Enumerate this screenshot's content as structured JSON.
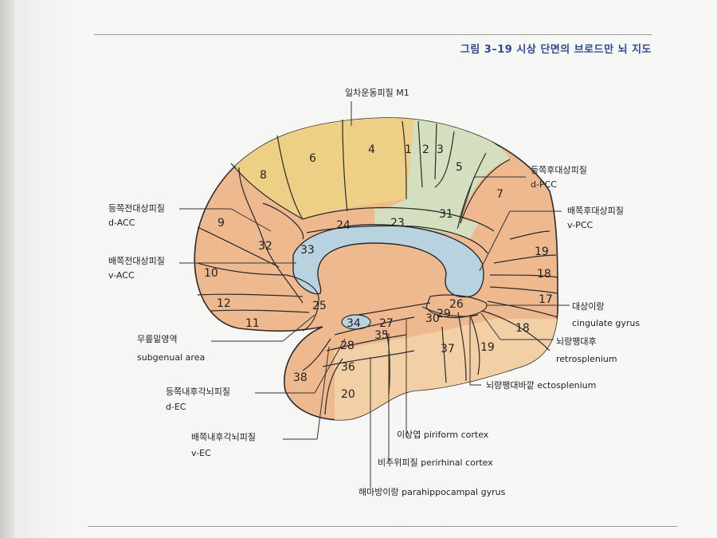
{
  "figure_title": "그림 3–19 시상 단면의 브로드만 뇌 지도",
  "colors": {
    "yellow": "#edcf86",
    "salmon": "#eeb98f",
    "green": "#d3dfbe",
    "blue": "#b9d2df",
    "lightsalmon": "#f3cfa6",
    "outline": "#2a2a2a"
  },
  "areas": [
    "1",
    "2",
    "3",
    "4",
    "5",
    "6",
    "7",
    "8",
    "9",
    "10",
    "11",
    "12",
    "17",
    "18",
    "18",
    "19",
    "19",
    "20",
    "23",
    "24",
    "25",
    "26",
    "27",
    "28",
    "29",
    "30",
    "31",
    "32",
    "33",
    "34",
    "35",
    "36",
    "37",
    "38"
  ],
  "labels": {
    "m1": "일차운동피질   M1",
    "dpcc_ko": "등쪽후대상피질",
    "dpcc_en": "d-PCC",
    "vpcc_ko": "배쪽후대상피질",
    "vpcc_en": "v-PCC",
    "dacc_ko": "등쪽전대상피질",
    "dacc_en": "d-ACC",
    "vacc_ko": "배쪽전대상피질",
    "vacc_en": "v-ACC",
    "subgenual_ko": "무릎밑영역",
    "subgenual_en": "subgenual area",
    "cingulate_ko": "대상이랑",
    "cingulate_en": "cingulate gyrus",
    "retro_ko": "뇌량팽대후",
    "retro_en": "retrosplenium",
    "ecto": "뇌량팽대바깥   ectosplenium",
    "dec_ko": "등쪽내후각뇌피질",
    "dec_en": "d-EC",
    "vec_ko": "배쪽내후각뇌피질",
    "vec_en": "v-EC",
    "piriform": "이상엽   piriform cortex",
    "perirhinal": "비주위피질   perirhinal cortex",
    "parahippo": "해마방이랑   parahippocampal gyrus"
  }
}
